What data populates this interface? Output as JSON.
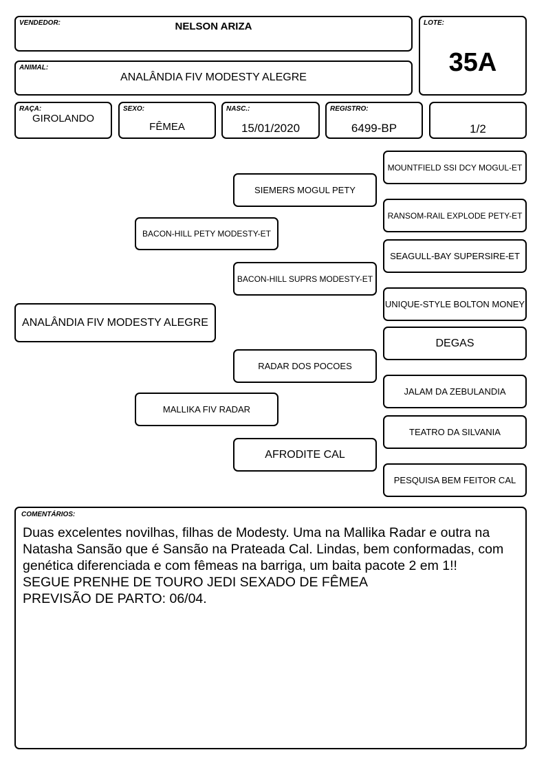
{
  "header": {
    "seller_label": "VENDEDOR:",
    "seller": "NELSON ARIZA",
    "lot_label": "LOTE:",
    "lot": "35A",
    "animal_label": "ANIMAL:",
    "animal": "ANALÂNDIA FIV MODESTY ALEGRE"
  },
  "info": {
    "breed_label": "RAÇA:",
    "breed": "GIROLANDO",
    "sex_label": "SEXO:",
    "sex": "FÊMEA",
    "birth_label": "NASC.:",
    "birth": "15/01/2020",
    "registry_label": "REGISTRO:",
    "registry": "6499-BP",
    "blood": "1/2"
  },
  "pedigree": {
    "animal": "ANALÂNDIA FIV MODESTY ALEGRE",
    "sire": "BACON-HILL PETY MODESTY-ET",
    "dam": "MALLIKA FIV RADAR",
    "sire_sire": "SIEMERS MOGUL PETY",
    "sire_dam": "BACON-HILL SUPRS MODESTY-ET",
    "dam_sire": "RADAR DOS POCOES",
    "dam_dam": "AFRODITE CAL",
    "ss_sire": "MOUNTFIELD SSI DCY MOGUL-ET",
    "ss_dam": "RANSOM-RAIL EXPLODE PETY-ET",
    "sd_sire": "SEAGULL-BAY SUPERSIRE-ET",
    "sd_dam": "UNIQUE-STYLE BOLTON MONEY",
    "ds_sire": "DEGAS",
    "ds_dam": "JALAM DA ZEBULANDIA",
    "dd_sire": "TEATRO DA SILVANIA",
    "dd_dam": "PESQUISA BEM FEITOR CAL"
  },
  "comments": {
    "label": "COMENTÁRIOS:",
    "text": "Duas excelentes novilhas, filhas de Modesty. Uma na Mallika Radar e outra na Natasha Sansão que é Sansão na Prateada Cal. Lindas, bem conformadas, com genética diferenciada e com fêmeas na barriga, um baita pacote 2 em 1!!\nSEGUE PRENHE DE TOURO JEDI SEXADO DE FÊMEA\nPREVISÃO DE PARTO: 06/04."
  }
}
